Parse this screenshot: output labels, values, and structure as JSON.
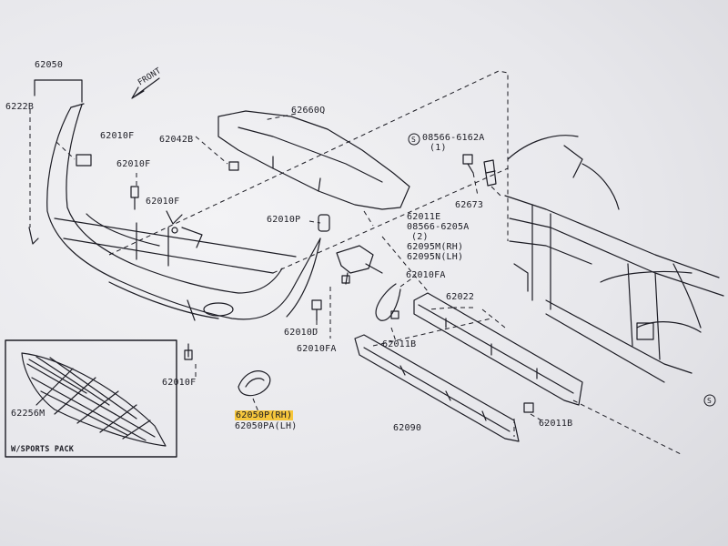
{
  "labels": {
    "p62050": "62050",
    "p6222b": "6222B",
    "p62010f_1": "62010F",
    "p62010f_2": "62010F",
    "p62010f_3": "62010F",
    "p62010f_4": "62010F",
    "p62042b": "62042B",
    "p62660q": "62660Q",
    "p62010p": "62010P",
    "p62011e": "62011E",
    "p08566_6205a": "08566-6205A",
    "p08566_qty": "(2)",
    "p62095m": "62095M(RH)",
    "p62095n": "62095N(LH)",
    "p08566_6162a": "08566-6162A",
    "p6162_qty": "(1)",
    "p62673": "62673",
    "p62010fa_1": "62010FA",
    "p62010fa_2": "62010FA",
    "p62010d": "62010D",
    "p62022": "62022",
    "p62011b_1": "62011B",
    "p62011b_2": "62011B",
    "p62090": "62090",
    "p62050p": "62050P(RH)",
    "p62050pa": "62050PA(LH)",
    "p62256m": "62256M",
    "front": "FRONT",
    "sports_pack": "W/SPORTS PACK"
  },
  "colors": {
    "ink": "#1c1c24",
    "highlight": "#f6c63b"
  }
}
